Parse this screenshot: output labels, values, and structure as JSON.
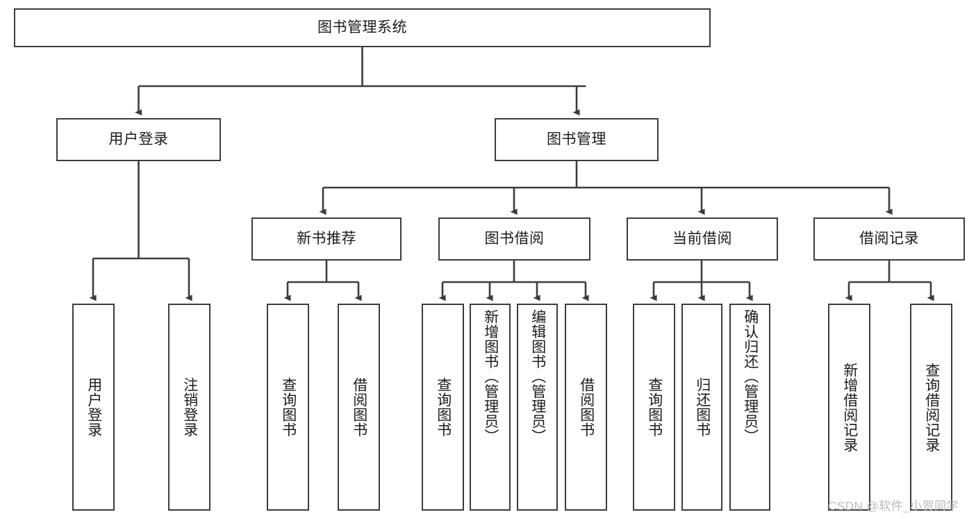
{
  "diagram": {
    "type": "tree-hierarchy-chart",
    "title": "图书管理系统",
    "colors": {
      "box_border": "#3c3c3c",
      "box_fill": "#ffffff",
      "connector": "#3c3c3c",
      "text": "#1b1b1b",
      "watermark": "#b9b9b9",
      "background": "#ffffff"
    },
    "root": {
      "label": "图书管理系统",
      "orientation": "horizontal"
    },
    "level2": [
      {
        "label": "用户登录",
        "orientation": "horizontal"
      },
      {
        "label": "图书管理",
        "orientation": "horizontal"
      }
    ],
    "level3": [
      {
        "label": "新书推荐",
        "orientation": "horizontal",
        "parent": "图书管理"
      },
      {
        "label": "图书借阅",
        "orientation": "horizontal",
        "parent": "图书管理"
      },
      {
        "label": "当前借阅",
        "orientation": "horizontal",
        "parent": "图书管理"
      },
      {
        "label": "借阅记录",
        "orientation": "horizontal",
        "parent": "图书管理"
      }
    ],
    "leaves": [
      {
        "label": "用户登录",
        "orientation": "vertical",
        "parent": "用户登录"
      },
      {
        "label": "注销登录",
        "orientation": "vertical",
        "parent": "用户登录"
      },
      {
        "label": "查询图书",
        "orientation": "vertical",
        "parent": "新书推荐"
      },
      {
        "label": "借阅图书",
        "orientation": "vertical",
        "parent": "新书推荐"
      },
      {
        "label": "查询图书",
        "orientation": "vertical",
        "parent": "图书借阅"
      },
      {
        "label": "新增图书（管理员）",
        "orientation": "vertical",
        "parent": "图书借阅"
      },
      {
        "label": "编辑图书（管理员）",
        "orientation": "vertical",
        "parent": "图书借阅"
      },
      {
        "label": "借阅图书",
        "orientation": "vertical",
        "parent": "图书借阅"
      },
      {
        "label": "查询图书",
        "orientation": "vertical",
        "parent": "当前借阅"
      },
      {
        "label": "归还图书",
        "orientation": "vertical",
        "parent": "当前借阅"
      },
      {
        "label": "确认归还（管理员）",
        "orientation": "vertical",
        "parent": "当前借阅"
      },
      {
        "label": "新增借阅记录",
        "orientation": "vertical",
        "parent": "借阅记录"
      },
      {
        "label": "查询借阅记录",
        "orientation": "vertical",
        "parent": "借阅记录"
      }
    ],
    "watermark": "CSDN @软件_小贺同学"
  }
}
